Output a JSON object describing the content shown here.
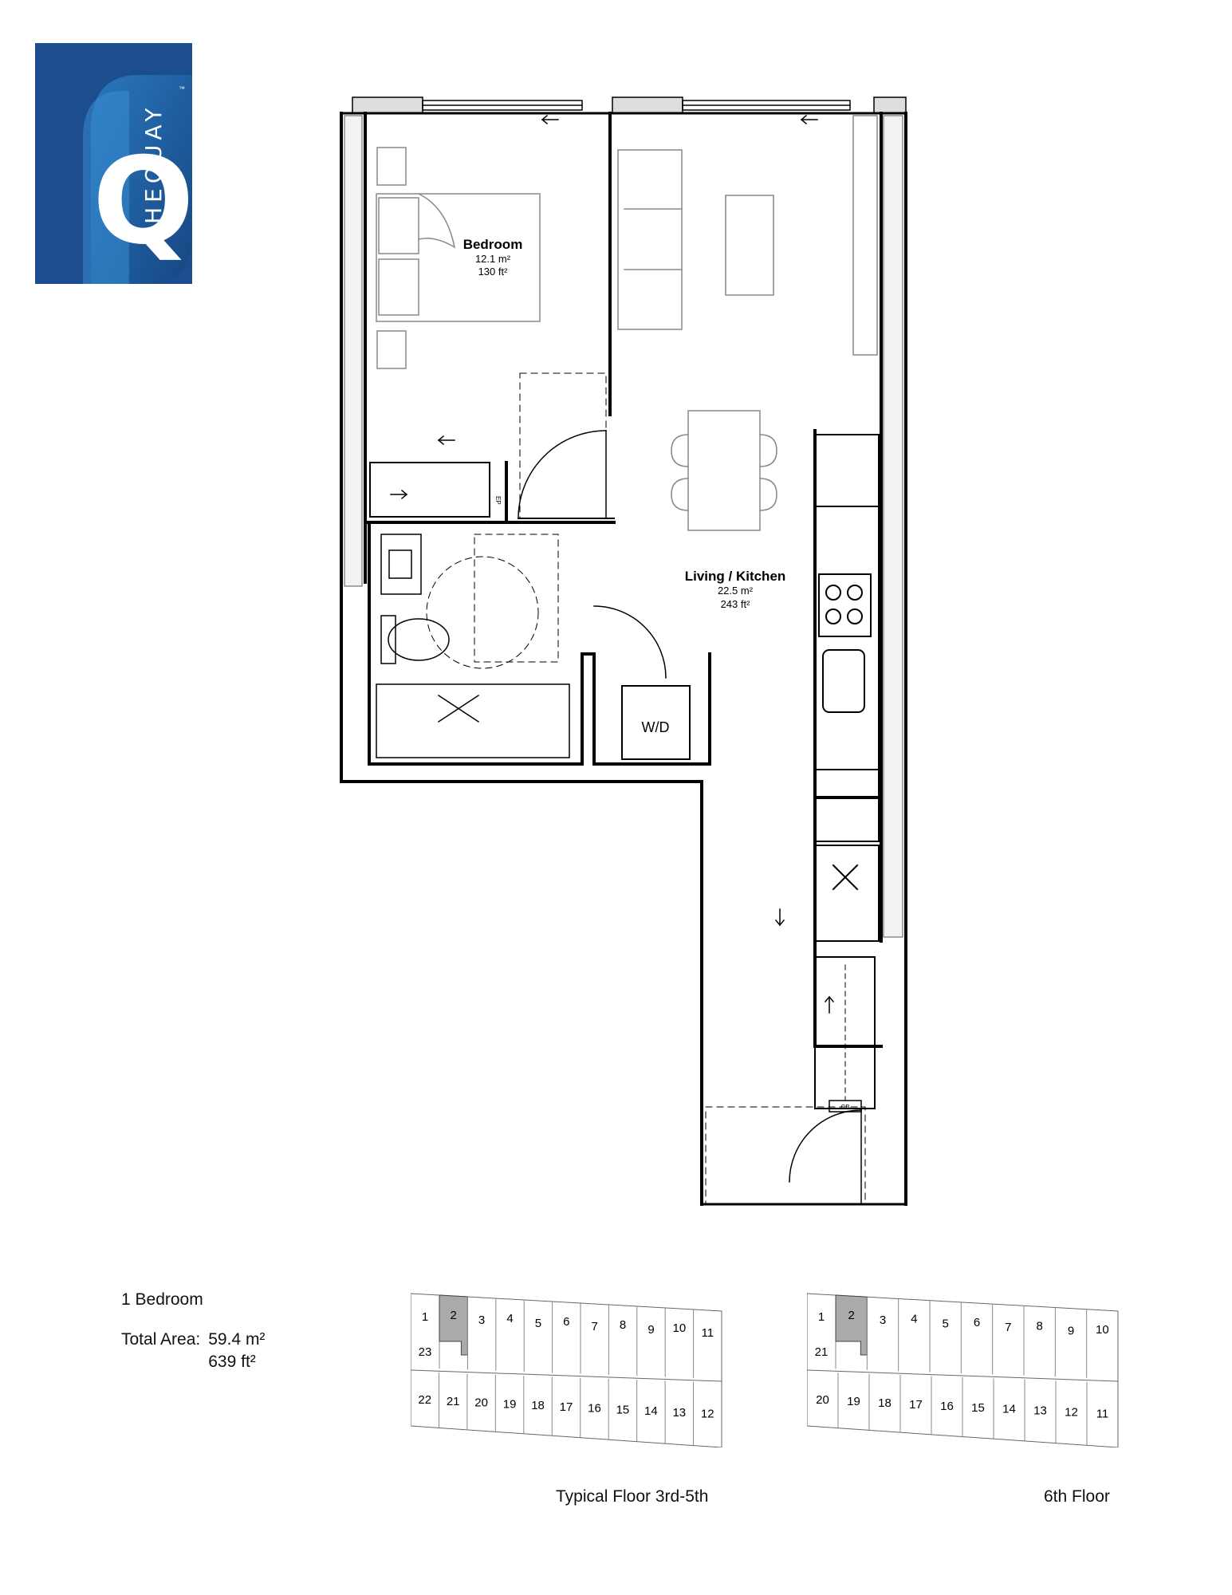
{
  "brand": {
    "logo_letter": "Q",
    "logo_text": "THEQUAY",
    "trademark": "™",
    "color_dark": "#1c4e8f",
    "color_light": "#2c7fc6"
  },
  "rooms": {
    "bedroom": {
      "name": "Bedroom",
      "area_m2": "12.1 m²",
      "area_ft2": "130 ft²"
    },
    "living": {
      "name": "Living / Kitchen",
      "area_m2": "22.5 m²",
      "area_ft2": "243 ft²"
    },
    "wd_label": "W/D",
    "cb_label": "CB",
    "ep_label": "EP"
  },
  "unit": {
    "type": "1 Bedroom",
    "total_area_label": "Total Area:",
    "area_m2": "59.4 m²",
    "area_ft2": "639 ft²"
  },
  "key_plans": [
    {
      "caption": "Typical Floor 3rd-5th",
      "highlighted_unit": "2",
      "top_units": [
        "1",
        "2",
        "3",
        "4",
        "5",
        "6",
        "7",
        "8",
        "9",
        "10",
        "11"
      ],
      "left_unit": "23",
      "bottom_units": [
        "22",
        "21",
        "20",
        "19",
        "18",
        "17",
        "16",
        "15",
        "14",
        "13",
        "12"
      ]
    },
    {
      "caption": "6th Floor",
      "highlighted_unit": "2",
      "top_units": [
        "1",
        "2",
        "3",
        "4",
        "5",
        "6",
        "7",
        "8",
        "9",
        "10"
      ],
      "left_unit": "21",
      "bottom_units": [
        "20",
        "19",
        "18",
        "17",
        "16",
        "15",
        "14",
        "13",
        "12",
        "11"
      ]
    }
  ]
}
